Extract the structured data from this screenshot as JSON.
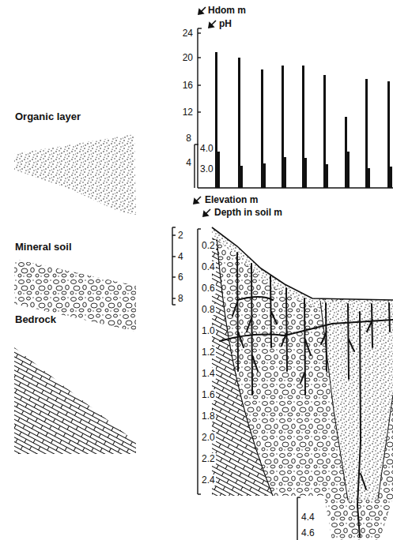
{
  "diagram": {
    "labels": [
      "Hdom m",
      "pH",
      "24",
      "20",
      "16",
      "12",
      "8",
      "4",
      "4.0",
      "3.0",
      "Elevation m",
      "Depth in soil m",
      "2",
      "4",
      "6",
      "8",
      "0.2",
      "0.4",
      "0.6",
      "0.8",
      "1.0",
      "1.2",
      "1.4",
      "1.6",
      "1.8",
      "2.0",
      "2.2",
      "2.4",
      "4.4",
      "4.6"
    ],
    "legend": [
      {
        "text": "Organic layer"
      },
      {
        "text": "Mineral soil"
      },
      {
        "text": "Bedrock"
      }
    ]
  }
}
